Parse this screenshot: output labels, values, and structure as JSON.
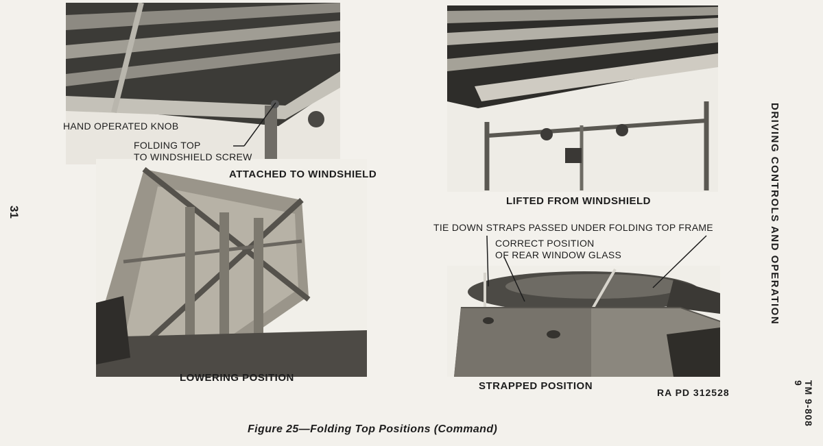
{
  "page": {
    "page_number": "31",
    "side_title": "DRIVING CONTROLS AND OPERATION",
    "tm_line1": "TM 9-808",
    "tm_line2": "9",
    "figure_caption": "Figure 25—Folding Top Positions (Command)",
    "ra_number": "RA PD 312528"
  },
  "photos": {
    "attached": {
      "caption": "ATTACHED TO WINDSHIELD",
      "callout_knob": "HAND OPERATED KNOB",
      "callout_screw_line1": "FOLDING TOP",
      "callout_screw_line2": "TO WINDSHIELD SCREW"
    },
    "lifted": {
      "caption": "LIFTED FROM WINDSHIELD"
    },
    "lowering": {
      "caption": "LOWERING POSITION"
    },
    "strapped": {
      "caption": "STRAPPED POSITION",
      "callout_straps": "TIE DOWN STRAPS PASSED UNDER FOLDING TOP FRAME",
      "callout_glass_line1": "CORRECT POSITION",
      "callout_glass_line2": "OF REAR WINDOW GLASS"
    }
  }
}
